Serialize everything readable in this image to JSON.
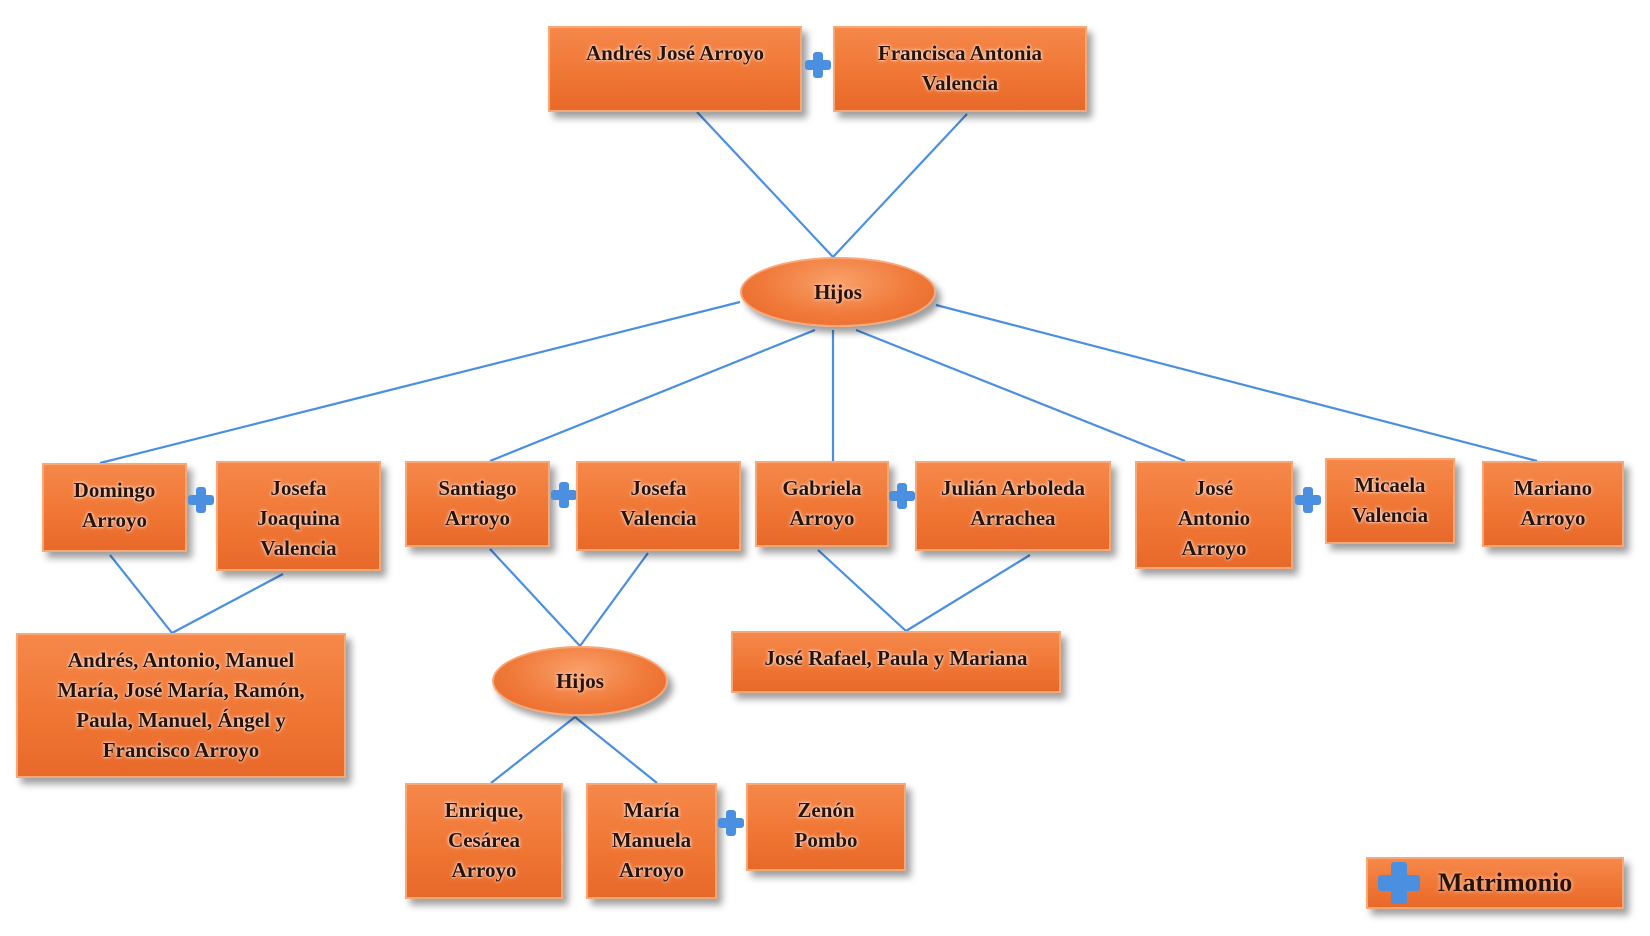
{
  "parents": {
    "father": "Andrés José Arroyo",
    "mother": "Francisca Antonia\nValencia"
  },
  "hijos_top": "Hijos",
  "children": {
    "domingo": "Domingo\nArroyo",
    "josefa_joaquina": "Josefa\nJoaquina\nValencia",
    "santiago": "Santiago\nArroyo",
    "josefa_valencia": "Josefa\nValencia",
    "gabriela": "Gabriela\nArroyo",
    "julian": "Julián Arboleda\nArrachea",
    "jose_antonio": "José\nAntonio\nArroyo",
    "micaela": "Micaela\nValencia",
    "mariano": "Mariano\nArroyo"
  },
  "grandchildren": {
    "domingo_children": "Andrés, Antonio, Manuel\nMaría, José María, Ramón,\nPaula, Manuel, Ángel y\nFrancisco Arroyo",
    "gabriela_children": "José Rafael, Paula y Mariana",
    "hijos_santiago": "Hijos",
    "enrique": "Enrique,\nCesárea\nArroyo",
    "maria_manuela": "María\nManuela\nArroyo",
    "zenon": "Zenón\nPombo"
  },
  "legend": {
    "label": "Matrimonio",
    "icon": "plus-icon"
  },
  "colors": {
    "box_fill": "#ef7533",
    "connector": "#4a8fe0",
    "marriage_icon": "#4a8fe0"
  }
}
